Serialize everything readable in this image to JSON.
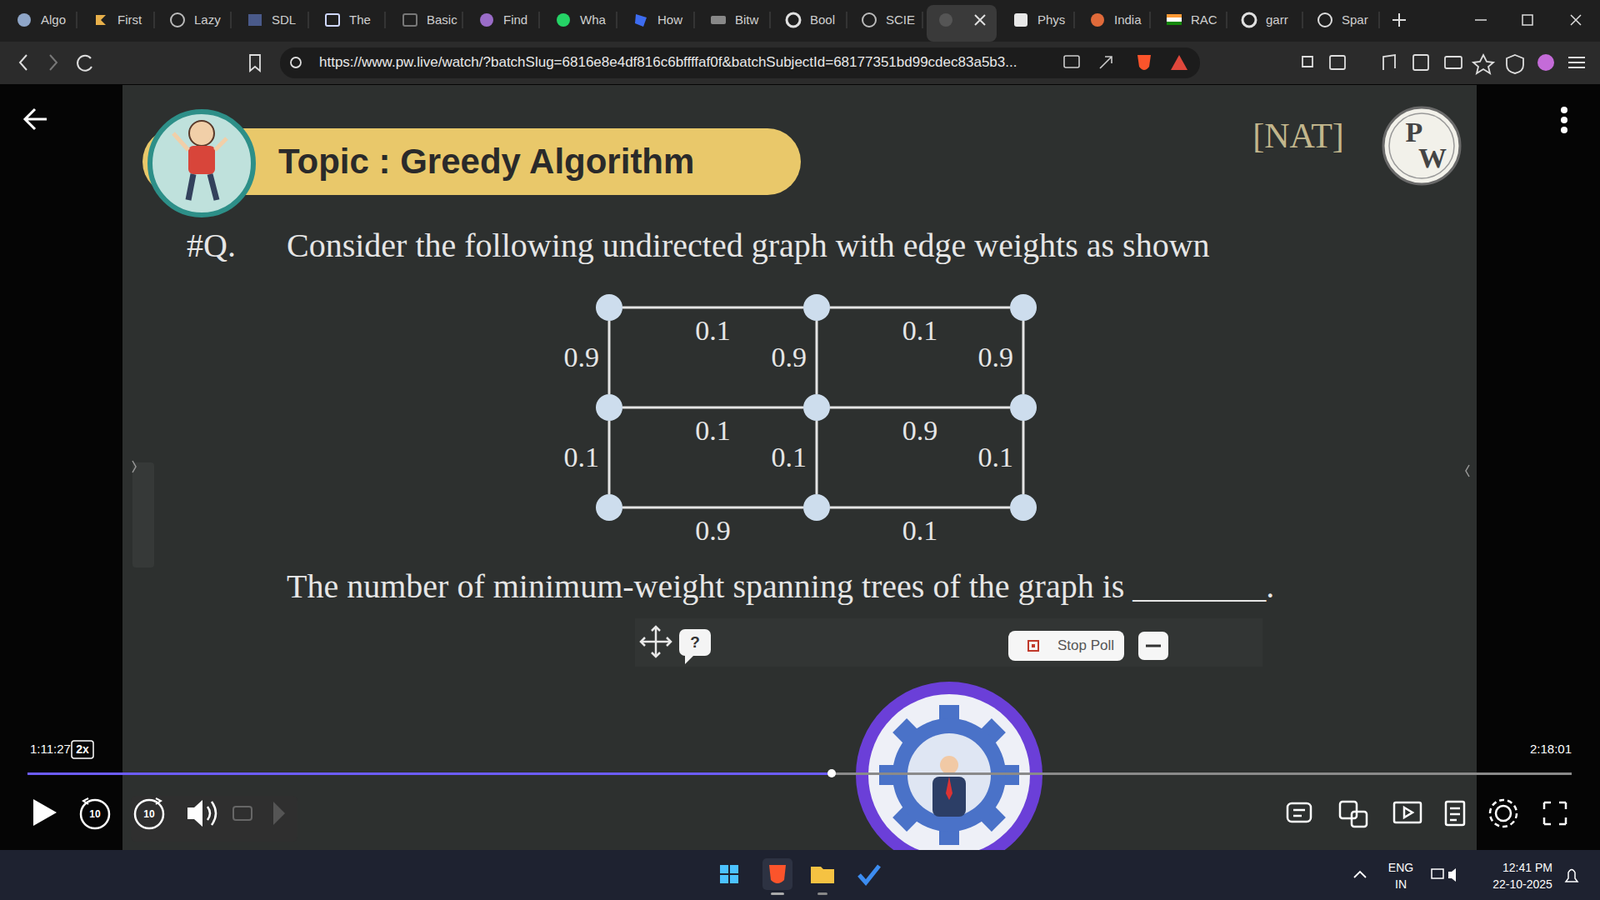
{
  "diagram": {
    "title": "Topic : Greedy Algorithm",
    "nodes": [
      {
        "text": []
      },
      {
        "text": []
      },
      {
        "text": []
      },
      {
        "text": []
      },
      {
        "text": []
      },
      {
        "text": []
      },
      {
        "text": []
      },
      {
        "text": []
      },
      {
        "text": []
      }
    ],
    "edges": [
      {
        "from": 0,
        "to": 1,
        "arrow": "none",
        "label": "0.1"
      },
      {
        "from": 1,
        "to": 2,
        "arrow": "none",
        "label": "0.1"
      },
      {
        "from": 0,
        "to": 3,
        "arrow": "none",
        "label": "0.9"
      },
      {
        "from": 1,
        "to": 4,
        "arrow": "none",
        "label": "0.9"
      },
      {
        "from": 2,
        "to": 5,
        "arrow": "none",
        "label": "0.9"
      },
      {
        "from": 3,
        "to": 4,
        "arrow": "none",
        "label": "0.1"
      },
      {
        "from": 4,
        "to": 5,
        "arrow": "none",
        "label": "0.9"
      },
      {
        "from": 3,
        "to": 6,
        "arrow": "none",
        "label": "0.1"
      },
      {
        "from": 4,
        "to": 7,
        "arrow": "none",
        "label": "0.1"
      },
      {
        "from": 5,
        "to": 8,
        "arrow": "none",
        "label": "0.1"
      },
      {
        "from": 6,
        "to": 7,
        "arrow": "none",
        "label": "0.9"
      },
      {
        "from": 7,
        "to": 8,
        "arrow": "none",
        "label": "0.1"
      }
    ],
    "labels": [
      "Algo",
      "First",
      "Lazy",
      "SDL",
      "The",
      "Basic",
      "Find",
      "Wha",
      "How",
      "Bitw",
      "Bool",
      "SCIE",
      "Phys",
      "India",
      "RAC",
      "garr",
      "Spar",
      "https://www.pw.live/watch/?batchSlug=6816e8e4df816c6bffffaf0f&batchSubjectId=68177351bd99cdec83a5b3...",
      "[NAT]",
      "#Q.",
      "Consider the following undirected graph with edge weights as shown",
      "The number of minimum-weight spanning trees of the graph is ________.",
      "?",
      "Stop Poll",
      "1:11:27",
      "2x",
      "2:18:01",
      "10",
      "10",
      "ENG",
      "IN",
      "12:41 PM",
      "22-10-2025",
      "P",
      "W"
    ]
  }
}
